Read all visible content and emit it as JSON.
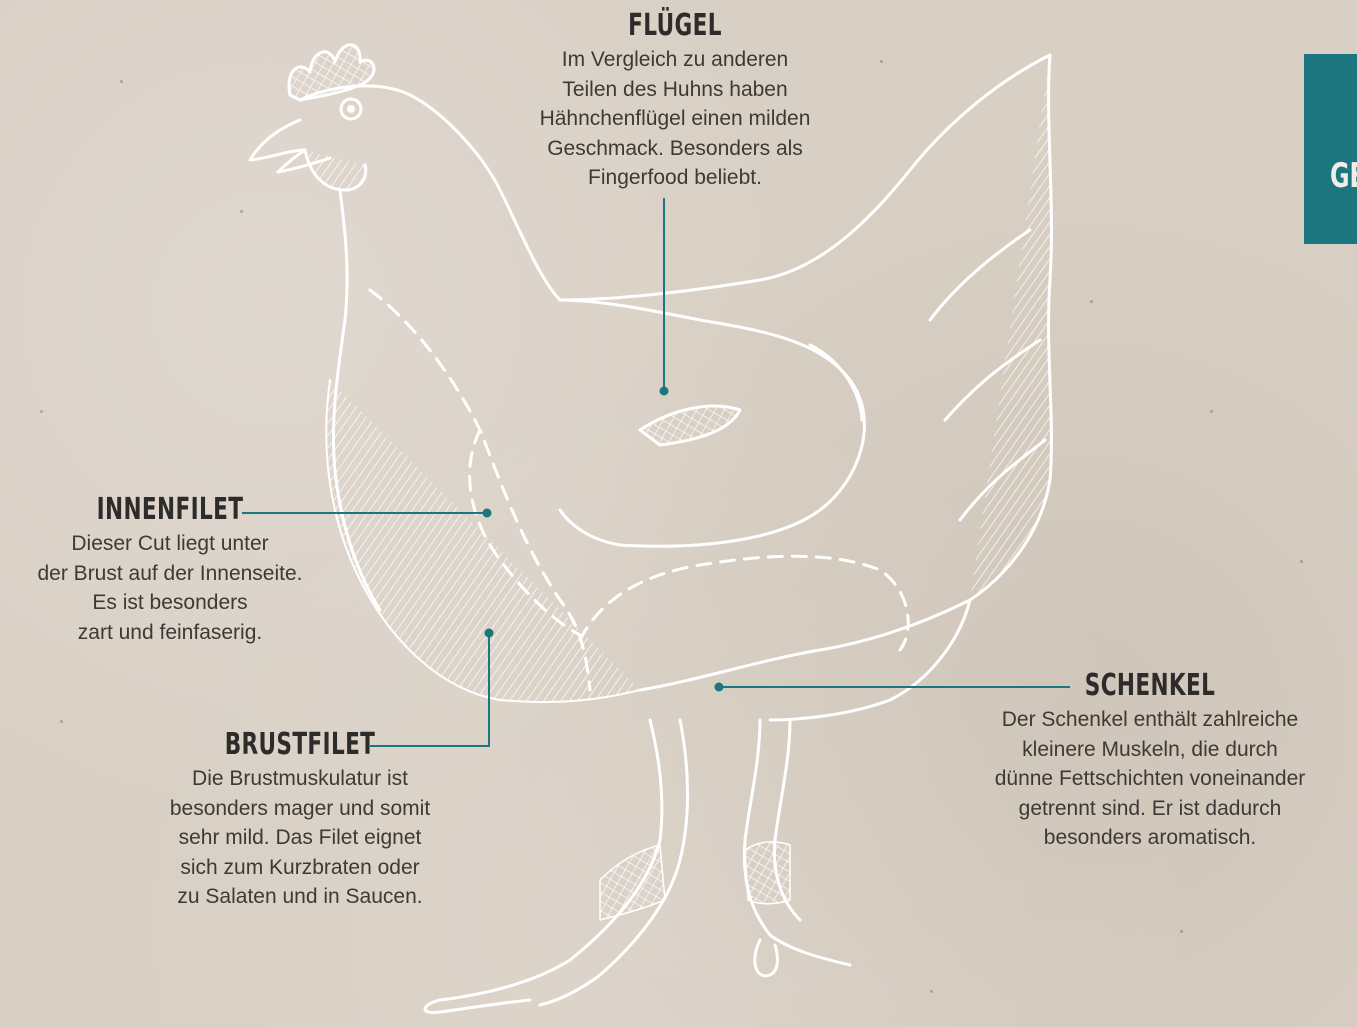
{
  "side_tab": {
    "text": "GE"
  },
  "parts": {
    "wing": {
      "title": "FLÜGEL",
      "lines": [
        "Im Vergleich zu anderen",
        "Teilen des Huhns haben",
        "Hähnchenflügel einen milden",
        "Geschmack. Besonders als",
        "Fingerfood beliebt."
      ]
    },
    "inner_fillet": {
      "title": "INNENFILET",
      "lines": [
        "Dieser Cut liegt unter",
        "der Brust auf der Innenseite.",
        "Es ist besonders",
        "zart und feinfaserig."
      ]
    },
    "breast_fillet": {
      "title": "BRUSTFILET",
      "lines": [
        "Die Brustmuskulatur ist",
        "besonders mager und somit",
        "sehr mild. Das Filet eignet",
        "sich zum Kurzbraten oder",
        "zu Salaten und in Saucen."
      ]
    },
    "thigh": {
      "title": "SCHENKEL",
      "lines": [
        "Der Schenkel enthält zahlreiche",
        "kleinere Muskeln, die durch",
        "dünne Fettschichten voneinander",
        "getrennt sind. Er ist dadurch",
        "besonders aromatisch."
      ]
    }
  },
  "colors": {
    "accent": "#1b7680",
    "background": "#d9d0c5",
    "illustration": "#ffffff",
    "text": "#3d3a36"
  }
}
